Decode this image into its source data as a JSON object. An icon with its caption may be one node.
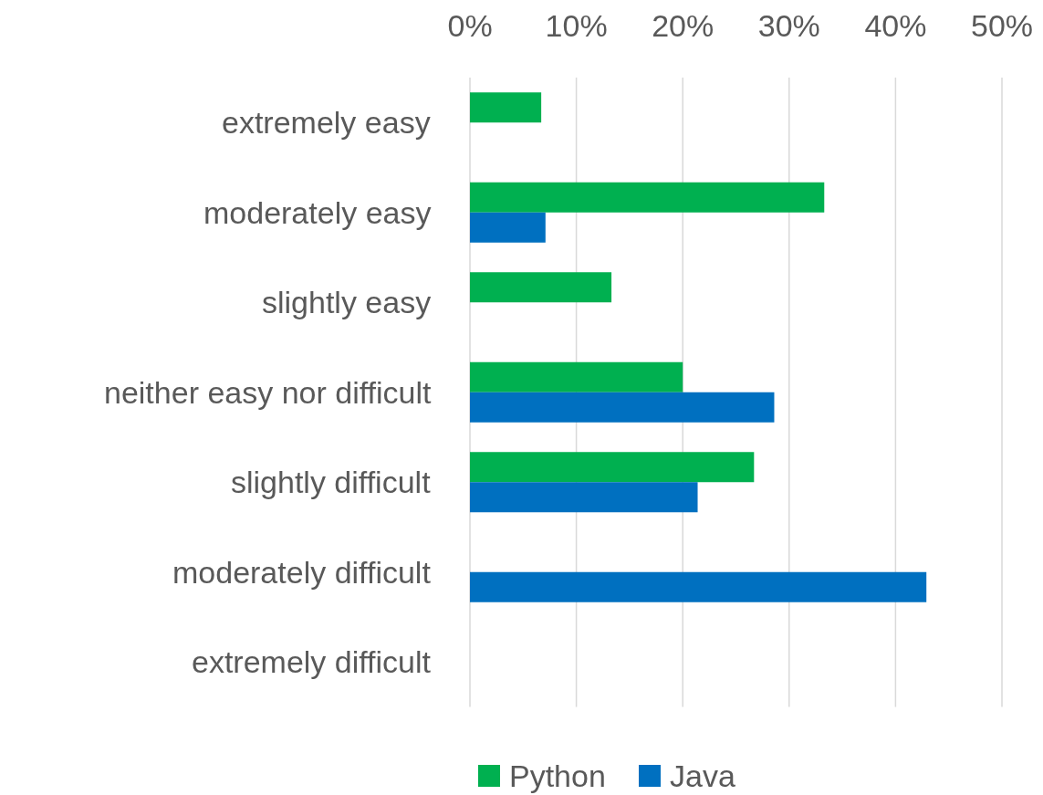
{
  "diagram": {
    "chart_data": {
      "type": "bar",
      "orientation": "horizontal",
      "grid": true,
      "legend": true,
      "categories": [
        "extremely easy",
        "moderately easy",
        "slightly easy",
        "neither easy nor difficult",
        "slightly difficult",
        "moderately difficult",
        "extremely difficult"
      ],
      "series": [
        {
          "name": "Python",
          "color": "#00b050",
          "values": [
            6.7,
            33.3,
            13.3,
            20.0,
            26.7,
            0,
            0
          ]
        },
        {
          "name": "Java",
          "color": "#0070c0",
          "values": [
            0,
            7.1,
            0,
            28.6,
            21.4,
            42.9,
            0
          ]
        }
      ],
      "xlim": [
        0,
        50
      ],
      "xticks": [
        {
          "value": 0,
          "label": "0%"
        },
        {
          "value": 10,
          "label": "10%"
        },
        {
          "value": 20,
          "label": "20%"
        },
        {
          "value": 30,
          "label": "30%"
        },
        {
          "value": 40,
          "label": "40%"
        },
        {
          "value": 50,
          "label": "50%"
        }
      ]
    }
  }
}
